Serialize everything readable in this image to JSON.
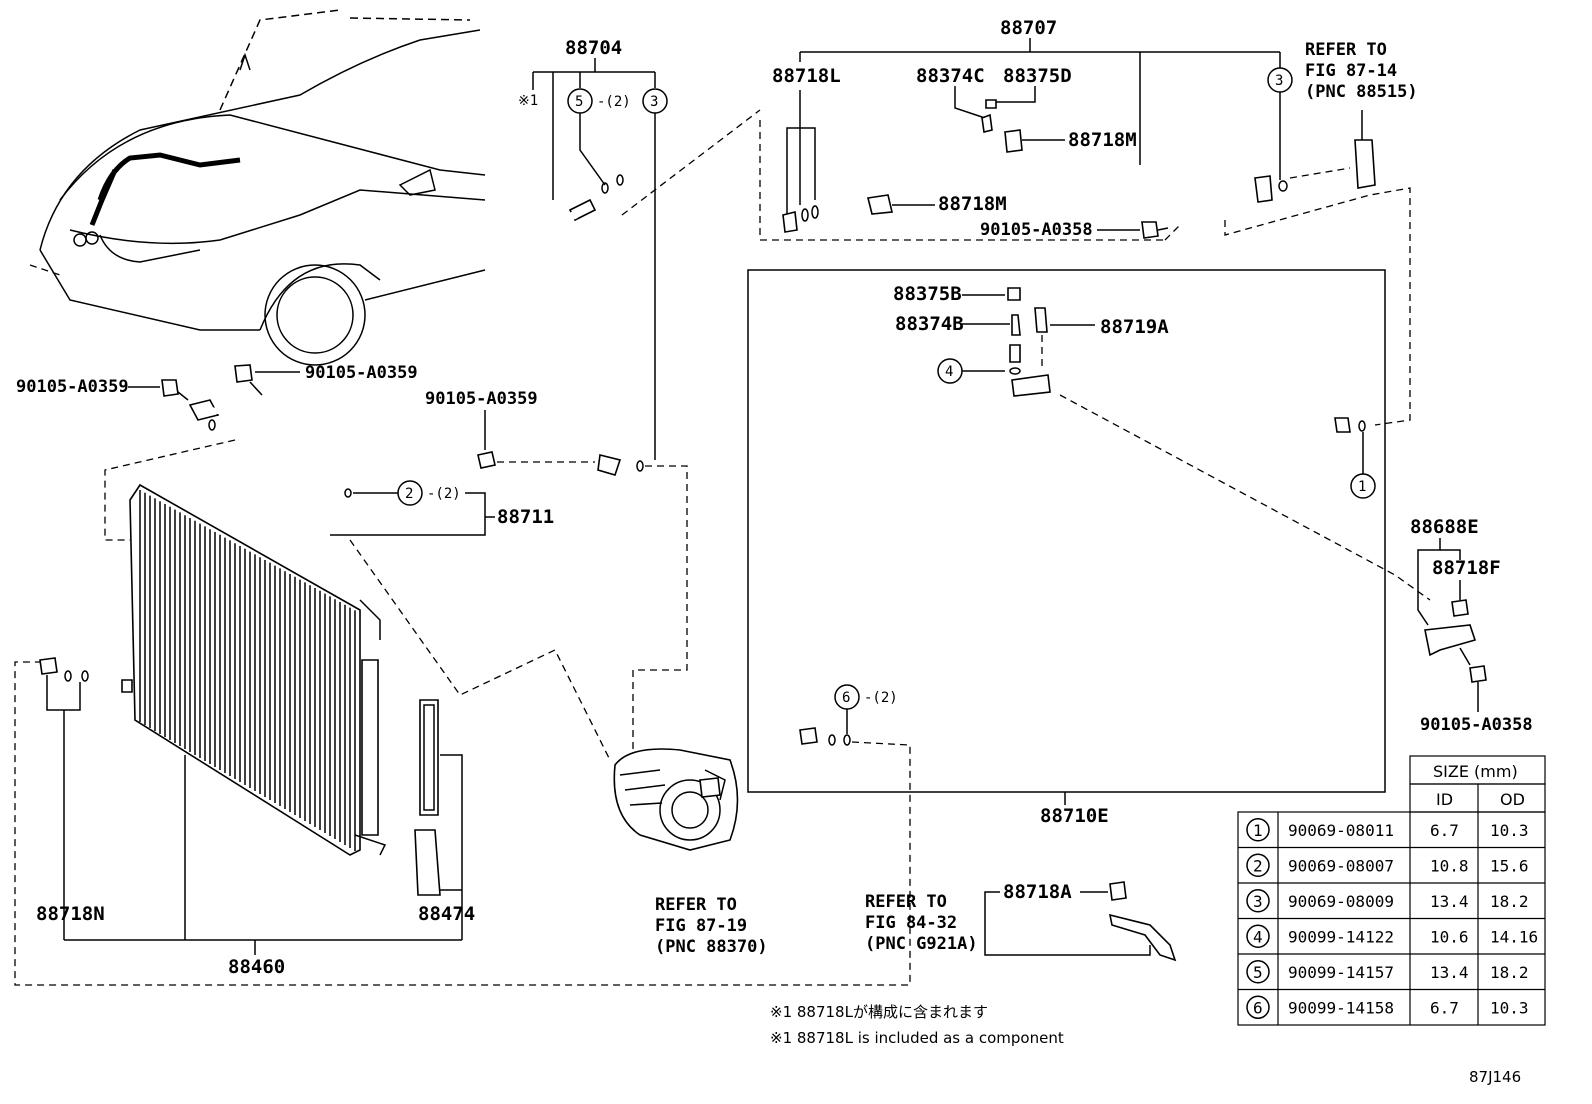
{
  "labels": {
    "p88704": "88704",
    "p88707": "88707",
    "p88718L": "88718L",
    "p88374C": "88374C",
    "p88375D": "88375D",
    "p88718M_a": "88718M",
    "p88718M_b": "88718M",
    "p90105_A0358_top": "90105-A0358",
    "refer_1": [
      "REFER TO",
      "FIG 87-14",
      "(PNC 88515)"
    ],
    "p88375B": "88375B",
    "p88374B": "88374B",
    "p88719A": "88719A",
    "p90105_A0359_a": "90105-A0359",
    "p90105_A0359_b": "90105-A0359",
    "p90105_A0359_c": "90105-A0359",
    "p88711": "88711",
    "p88688E": "88688E",
    "p88718F": "88718F",
    "p90105_A0358_right": "90105-A0358",
    "p88710E": "88710E",
    "p88718N": "88718N",
    "p88474": "88474",
    "p88460": "88460",
    "refer_2": [
      "REFER TO",
      "FIG 87-19",
      "(PNC 88370)"
    ],
    "refer_3": [
      "REFER TO",
      "FIG 84-32",
      "(PNC G921A)"
    ],
    "p88718A": "88718A",
    "star1": "※1",
    "qty2": "-(2)",
    "diagram_id": "87J146"
  },
  "callouts": {
    "c5": "5",
    "c3a": "3",
    "c3b": "3",
    "c4": "4",
    "c2": "2",
    "c1": "1",
    "c6": "6"
  },
  "notes": {
    "jp": "※1 88718Lが構成に含まれます",
    "en": "※1 88718L is included as a component"
  },
  "size_table": {
    "header": "SIZE (mm)",
    "col_id": "ID",
    "col_od": "OD",
    "rows": [
      {
        "no": "1",
        "part": "90069-08011",
        "id": "6.7",
        "od": "10.3"
      },
      {
        "no": "2",
        "part": "90069-08007",
        "id": "10.8",
        "od": "15.6"
      },
      {
        "no": "3",
        "part": "90069-08009",
        "id": "13.4",
        "od": "18.2"
      },
      {
        "no": "4",
        "part": "90099-14122",
        "id": "10.6",
        "od": "14.16"
      },
      {
        "no": "5",
        "part": "90099-14157",
        "id": "13.4",
        "od": "18.2"
      },
      {
        "no": "6",
        "part": "90099-14158",
        "id": "6.7",
        "od": "10.3"
      }
    ]
  }
}
